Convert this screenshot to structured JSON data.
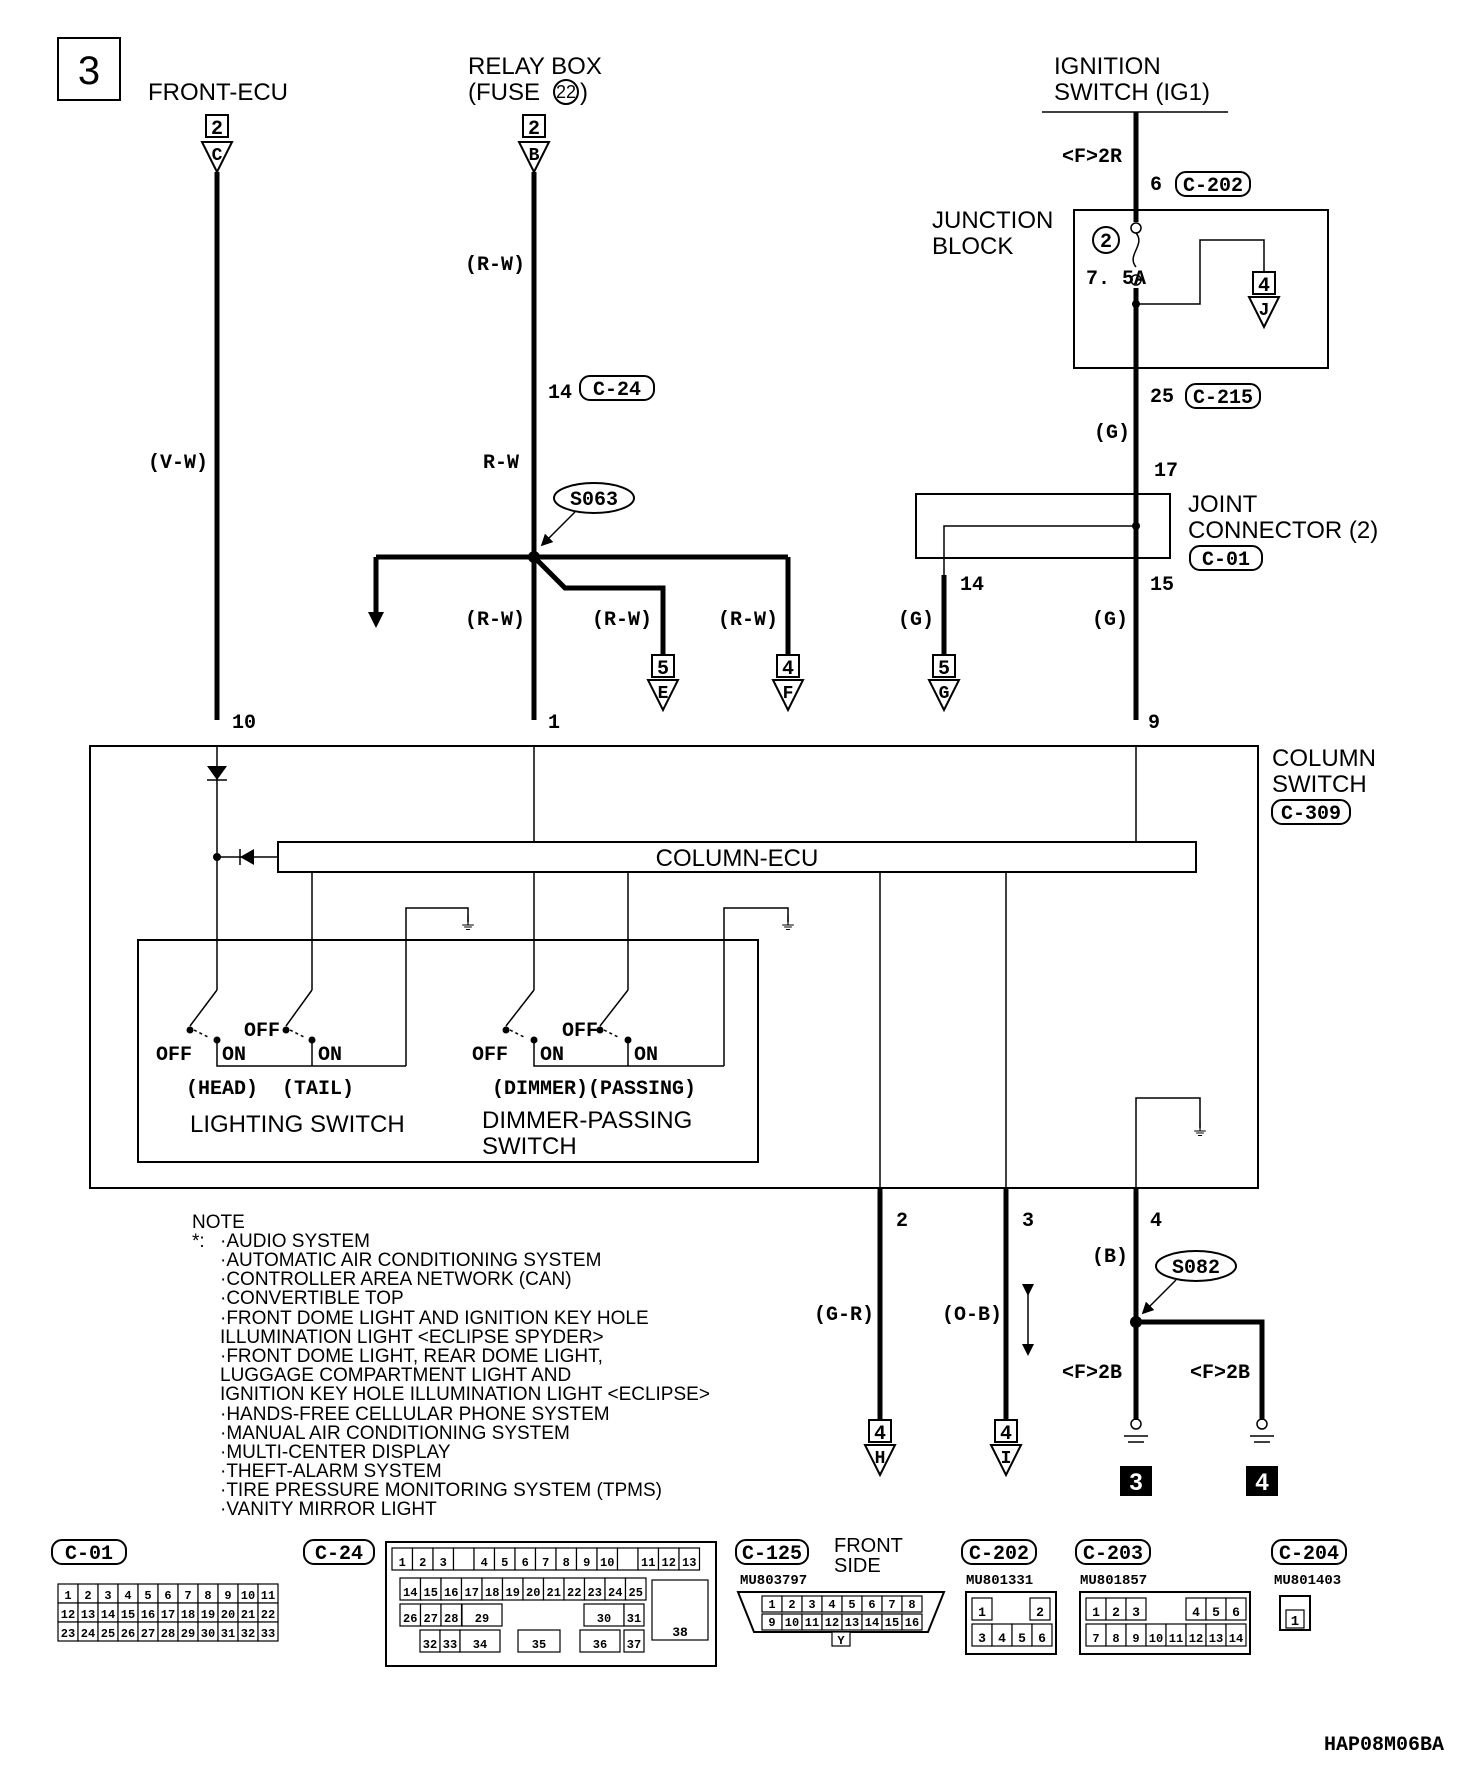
{
  "diagram": {
    "page_number": "3",
    "code": "HAP08M06BA",
    "sources": {
      "front_ecu": {
        "name": "FRONT-ECU",
        "num": "2",
        "letter": "C"
      },
      "relay_box": {
        "line1": "RELAY BOX",
        "line2": "(FUSE",
        "fuse": "22",
        "line2_end": ")",
        "num": "2",
        "letter": "B"
      },
      "ignition": {
        "line1": "IGNITION",
        "line2": "SWITCH (IG1)",
        "route": "<F>2R"
      }
    },
    "junction_block": {
      "line1": "JUNCTION",
      "line2": "BLOCK",
      "fuse_no": "2",
      "fuse_rating": "7. 5A",
      "ref_num": "4",
      "ref_letter": "J"
    },
    "joint_connector": {
      "line1": "JOINT",
      "line2": "CONNECTOR (2)",
      "id": "C-01"
    },
    "splices": {
      "s063": "S063",
      "s082": "S082"
    },
    "wires": {
      "vw": "(V-W)",
      "rw": "(R-W)",
      "rw_plain": "R-W",
      "g": "(G)",
      "gr": "(G-R)",
      "ob": "(O-B)",
      "b": "(B)"
    },
    "pins": {
      "p6": "6",
      "p25": "25",
      "p17": "17",
      "p14": "14",
      "p15": "15",
      "p10": "10",
      "p1": "1",
      "p9": "9",
      "p2": "2",
      "p3": "3",
      "p4": "4"
    },
    "connectors_inline": {
      "c202": "C-202",
      "c215": "C-215",
      "c24": "C-24"
    },
    "refs": {
      "e": {
        "num": "5",
        "letter": "E"
      },
      "f": {
        "num": "4",
        "letter": "F"
      },
      "g": {
        "num": "5",
        "letter": "G"
      },
      "h": {
        "num": "4",
        "letter": "H"
      },
      "i": {
        "num": "4",
        "letter": "I"
      }
    },
    "column_switch": {
      "line1": "COLUMN",
      "line2": "SWITCH",
      "id": "C-309",
      "ecu": "COLUMN-ECU",
      "off": "OFF",
      "on": "ON",
      "head": "(HEAD)",
      "tail": "(TAIL)",
      "dimmer": "(DIMMER)",
      "passing": "(PASSING)",
      "lighting": "LIGHTING SWITCH",
      "dimmer_passing_1": "DIMMER-PASSING",
      "dimmer_passing_2": "SWITCH"
    },
    "grounds": {
      "route_left": "<F>2B",
      "route_right": "<F>2B",
      "g3": "3",
      "g4": "4"
    },
    "note": {
      "title": "NOTE",
      "star": "*:",
      "items": [
        "·AUDIO SYSTEM",
        "·AUTOMATIC AIR CONDITIONING SYSTEM",
        "·CONTROLLER AREA NETWORK (CAN)",
        "·CONVERTIBLE TOP",
        "·FRONT DOME LIGHT AND IGNITION KEY HOLE",
        " ILLUMINATION LIGHT <ECLIPSE SPYDER>",
        "·FRONT DOME LIGHT, REAR DOME LIGHT,",
        " LUGGAGE COMPARTMENT LIGHT AND",
        " IGNITION KEY HOLE ILLUMINATION LIGHT <ECLIPSE>",
        "·HANDS-FREE CELLULAR PHONE SYSTEM",
        "·MANUAL AIR CONDITIONING SYSTEM",
        "·MULTI-CENTER DISPLAY",
        "·THEFT-ALARM SYSTEM",
        "·TIRE PRESSURE MONITORING SYSTEM (TPMS)",
        "·VANITY MIRROR LIGHT"
      ]
    },
    "connector_faces": {
      "c01": {
        "id": "C-01"
      },
      "c24": {
        "id": "C-24"
      },
      "c125": {
        "id": "C-125",
        "note1": "FRONT",
        "note2": "SIDE",
        "part": "MU803797",
        "y": "Y"
      },
      "c202": {
        "id": "C-202",
        "part": "MU801331"
      },
      "c203": {
        "id": "C-203",
        "part": "MU801857"
      },
      "c204": {
        "id": "C-204",
        "part": "MU801403",
        "pin": "1"
      }
    }
  }
}
